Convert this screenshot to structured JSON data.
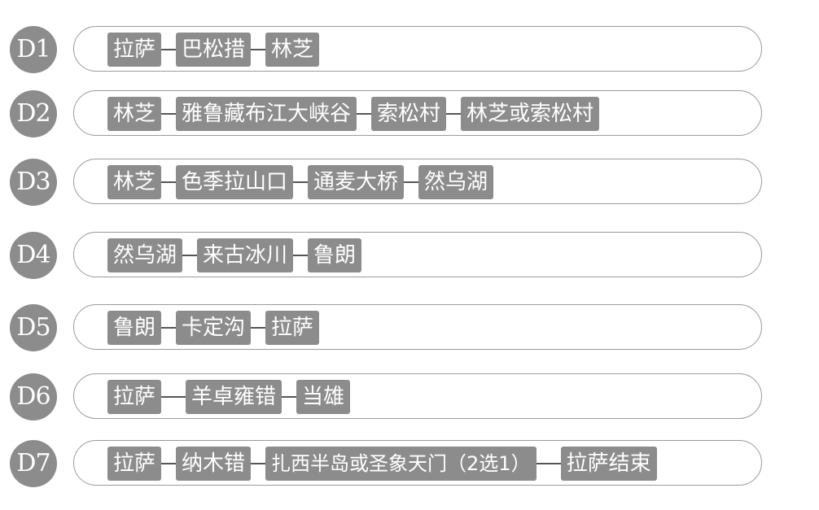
{
  "days": [
    {
      "label": "D1",
      "stops": [
        "拉萨",
        "巴松措",
        "林芝"
      ]
    },
    {
      "label": "D2",
      "stops": [
        "林芝",
        "雅鲁藏布江大峡谷",
        "索松村",
        "林芝或索松村"
      ]
    },
    {
      "label": "D3",
      "stops": [
        "林芝",
        "色季拉山口",
        "通麦大桥",
        "然乌湖"
      ]
    },
    {
      "label": "D4",
      "stops": [
        "然乌湖",
        "来古冰川",
        "鲁朗"
      ]
    },
    {
      "label": "D5",
      "stops": [
        "鲁朗",
        "卡定沟",
        "拉萨"
      ]
    },
    {
      "label": "D6",
      "stops": [
        "拉萨",
        "羊卓雍错",
        "当雄"
      ]
    },
    {
      "label": "D7",
      "stops": [
        "拉萨",
        "纳木错",
        "扎西半岛或圣象天门（2选1）",
        "拉萨结束"
      ]
    }
  ],
  "colors": {
    "badge": "#8c8c8c",
    "stop": "#8c8c8c",
    "text": "#ffffff",
    "pill_border": "#9a9a9a"
  }
}
